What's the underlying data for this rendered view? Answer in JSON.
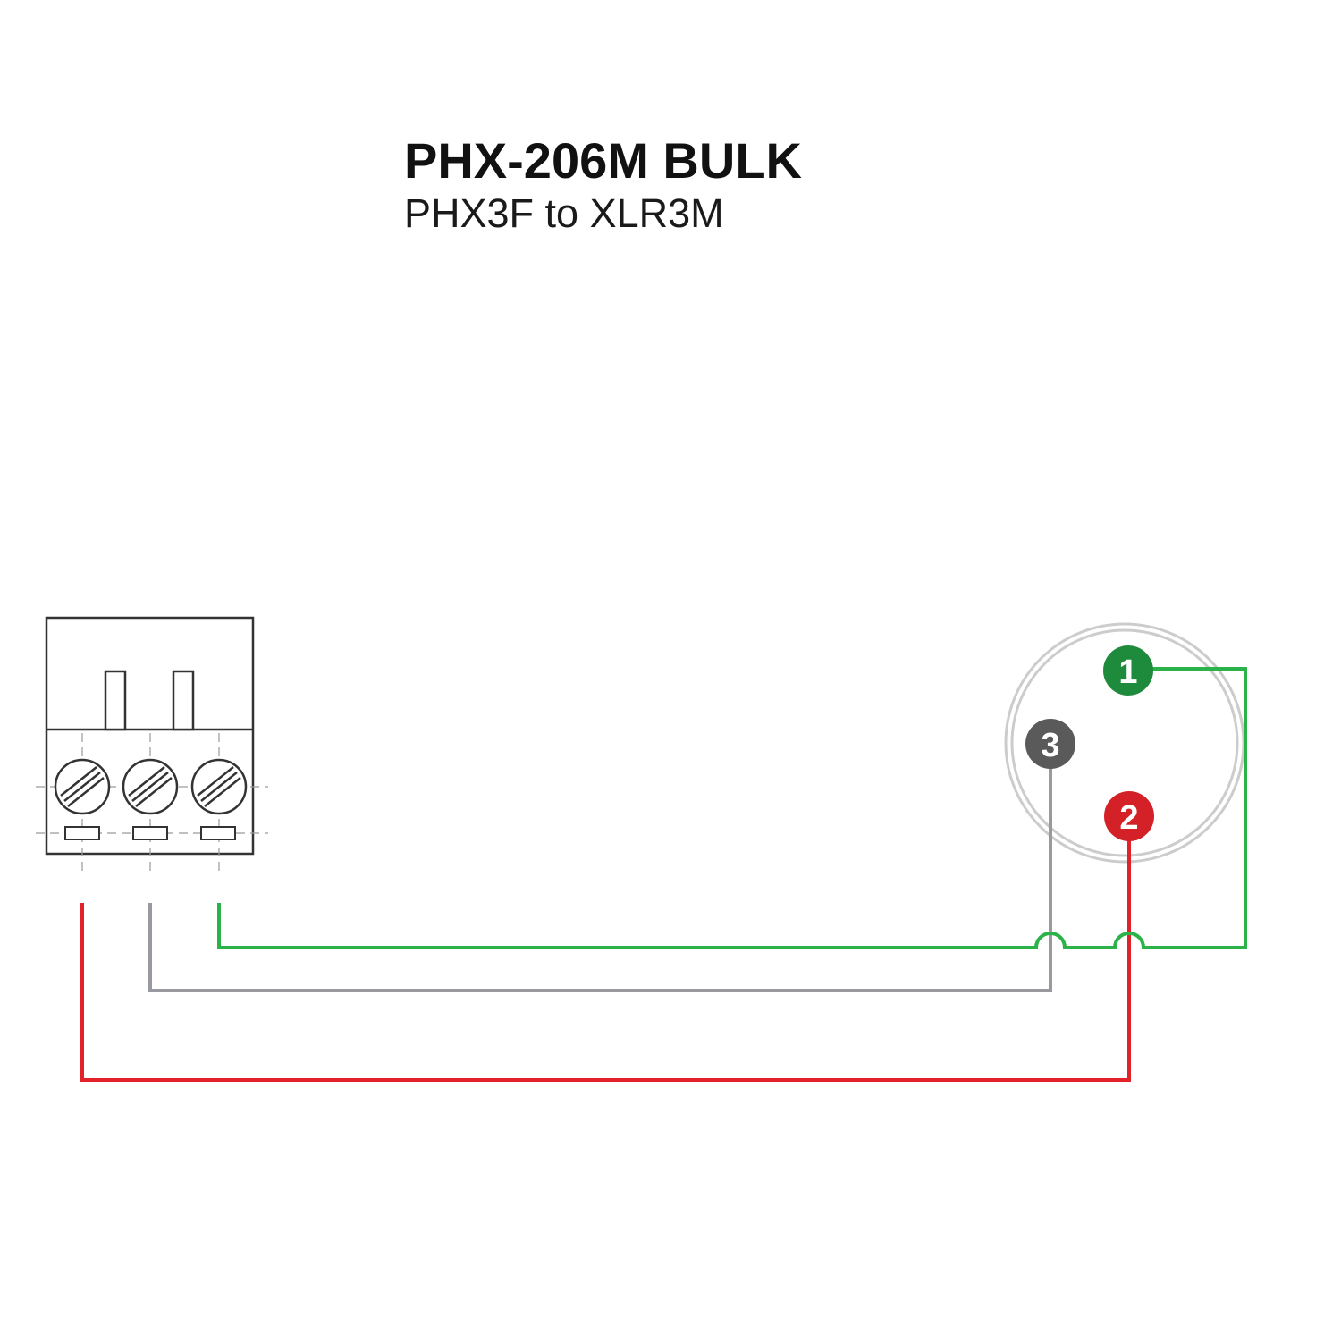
{
  "header": {
    "title": "PHX-206M BULK",
    "subtitle": "PHX3F to XLR3M"
  },
  "xlr_pins": [
    {
      "label": "1",
      "color": "#1e8a3c"
    },
    {
      "label": "2",
      "color": "#d42127"
    },
    {
      "label": "3",
      "color": "#5a5a5a"
    }
  ],
  "wires": {
    "ground": "#2bb34a",
    "cold": "#999aa0",
    "hot": "#e22228"
  },
  "colors": {
    "outline": "#333333",
    "xlr_ring": "#cccccc"
  }
}
